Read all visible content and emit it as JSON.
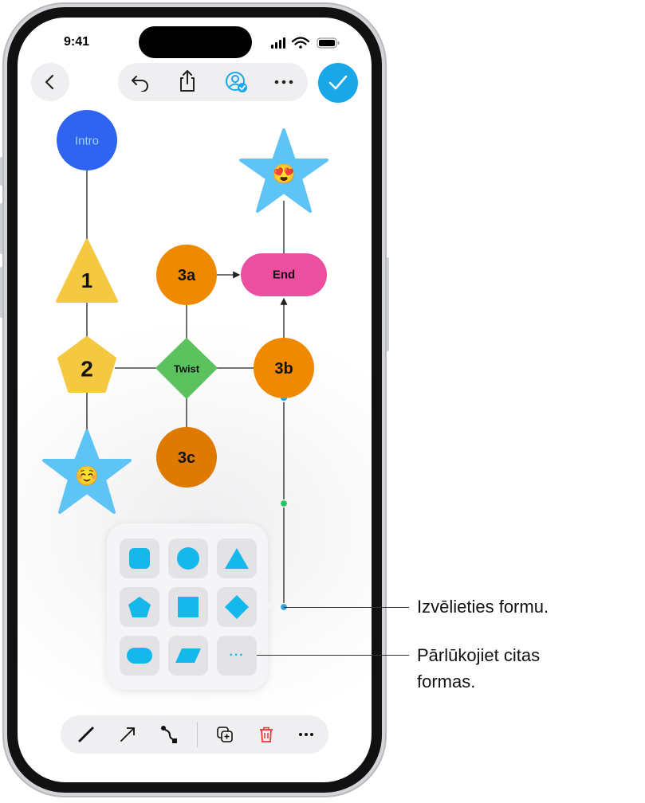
{
  "status_bar": {
    "time": "9:41"
  },
  "toolbar": {
    "back_icon": "chevron-left-icon",
    "undo_icon": "undo-icon",
    "share_icon": "share-icon",
    "collaborate_icon": "collaborate-icon",
    "more_icon": "ellipsis-icon",
    "done_icon": "checkmark-icon",
    "accent": "#1aa7e8"
  },
  "diagram": {
    "nodes": {
      "intro": "Intro",
      "one": "1",
      "two": "2",
      "twist": "Twist",
      "n3a": "3a",
      "n3b": "3b",
      "n3c": "3c",
      "end": "End",
      "star_top_emoji": "😍",
      "star_bottom_emoji": "☺️"
    },
    "colors": {
      "intro": "#2f64f0",
      "yellow": "#f5c842",
      "orange": "#ef8a00",
      "green": "#5cc25e",
      "pink": "#ec4f9f",
      "star": "#5ec3f5"
    }
  },
  "shape_panel": {
    "shapes": [
      "square-rounded",
      "circle",
      "triangle",
      "pentagon",
      "square",
      "diamond",
      "rounded-rectangle",
      "parallelogram",
      "more"
    ],
    "more_label": "···",
    "shape_color": "#15b8ea"
  },
  "bottom_toolbar": {
    "items": [
      "line-icon",
      "arrow-icon",
      "connection-icon",
      "duplicate-icon",
      "trash-icon",
      "ellipsis-icon"
    ]
  },
  "callouts": {
    "choose_shape": "Izvēlieties formu.",
    "browse_shapes_line1": "Pārlūkojiet citas",
    "browse_shapes_line2": "formas."
  }
}
